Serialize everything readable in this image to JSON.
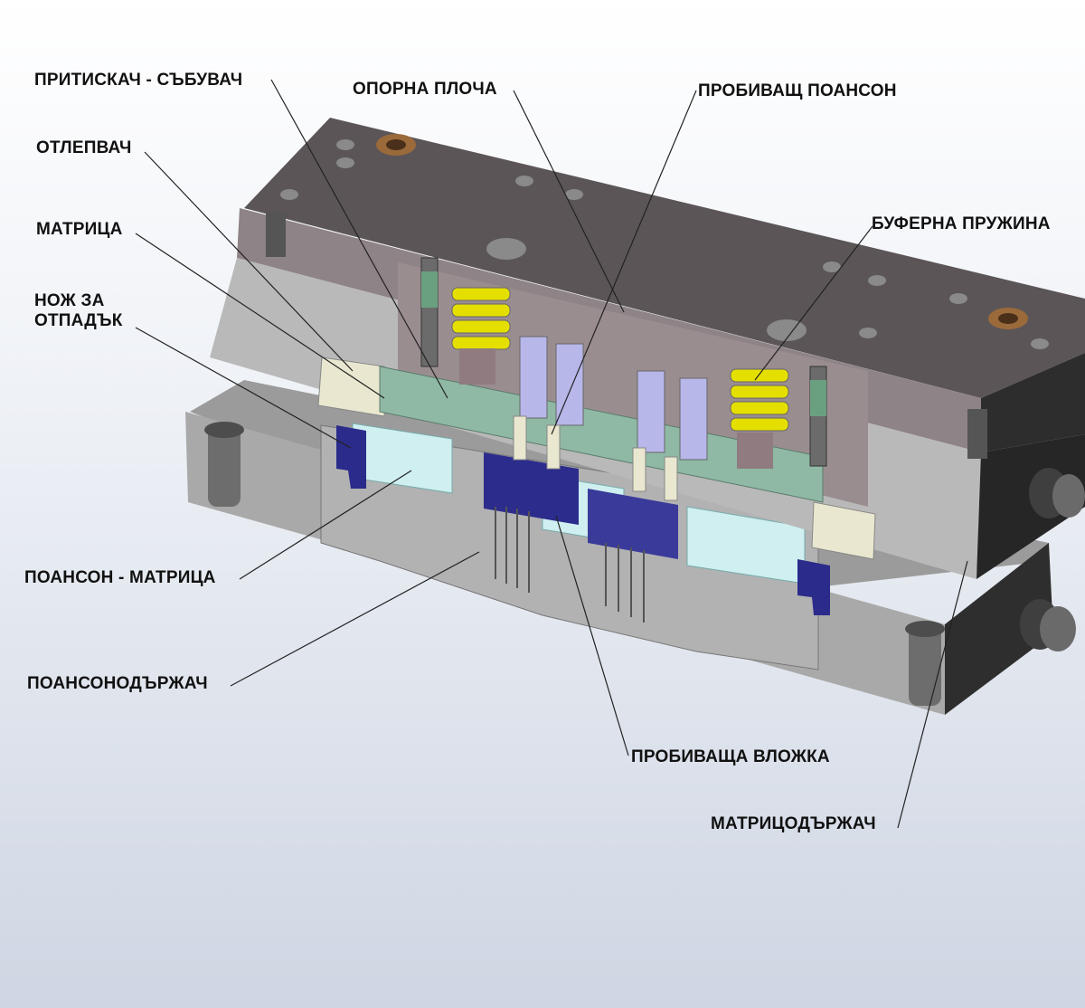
{
  "labels": {
    "pritiskach": "ПРИТИСКАЧ - СЪБУВАЧ",
    "oporna_plocha": "ОПОРНА ПЛОЧА",
    "probivasht_poanson": "ПРОБИВАЩ ПОАНСОН",
    "otlepvach": "ОТЛЕПВАЧ",
    "bufferna_pruzhina": "БУФЕРНА ПРУЖИНА",
    "matrica": "МАТРИЦА",
    "nozh_line1": "НОЖ ЗА",
    "nozh_line2": "ОТПАДЪК",
    "poanson_matrica": "ПОАНСОН - МАТРИЦА",
    "poansonoderzhach": "ПОАНСОНОДЪРЖАЧ",
    "probivashta_vlozhka": "ПРОБИВАЩА ВЛОЖКА",
    "matricoderzhach": "МАТРИЦОДЪРЖАЧ"
  },
  "colors": {
    "top_plate": "#5c5658",
    "top_plate_side": "#8a7f82",
    "gray_block": "#b7b7b7",
    "dark_gray": "#3a3a3a",
    "green": "#8fb8a3",
    "light_cyan": "#cdeeee",
    "navy": "#2a2a8a",
    "lavender": "#b6b6e8",
    "cream": "#e8e6cc",
    "yellow": "#e6e000",
    "mauve": "#8f7b80",
    "leader": "#222222"
  }
}
